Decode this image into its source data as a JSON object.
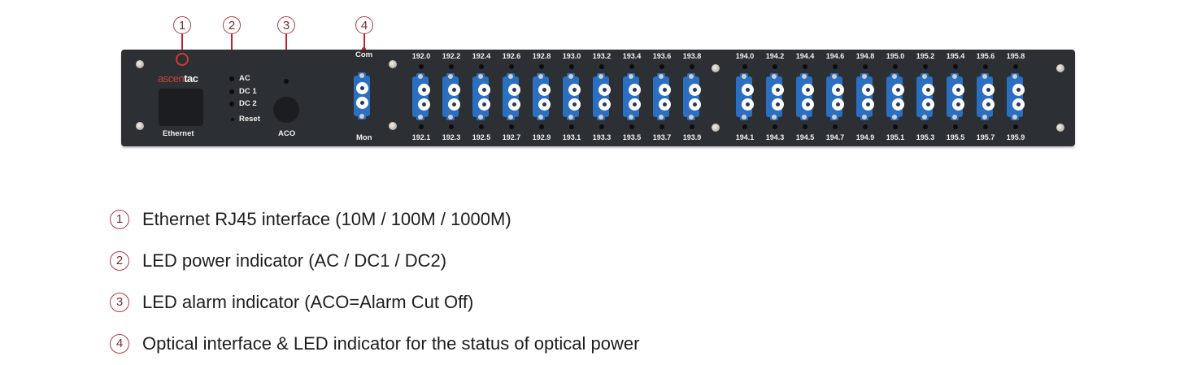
{
  "callouts": [
    {
      "num": "1",
      "target": "Ethernet"
    },
    {
      "num": "2",
      "target": "LED power indicator"
    },
    {
      "num": "3",
      "target": "ACO"
    },
    {
      "num": "4",
      "target": "Com / optical interface"
    }
  ],
  "panel": {
    "logo_part1": "ascen",
    "logo_part2": "tac",
    "ethernet_label": "Ethernet",
    "power_leds": [
      "AC",
      "DC 1",
      "DC 2"
    ],
    "reset_label": "Reset",
    "aco_label": "ACO",
    "com_label": "Com",
    "mon_label": "Mon",
    "channels_group1": {
      "top": [
        "192.0",
        "192.2",
        "192.4",
        "192.6",
        "192.8",
        "193.0",
        "193.2",
        "193.4",
        "193.6",
        "193.8"
      ],
      "bottom": [
        "192.1",
        "192.3",
        "192.5",
        "192.7",
        "192.9",
        "193.1",
        "193.3",
        "193.5",
        "193.7",
        "193.9"
      ]
    },
    "channels_group2": {
      "top": [
        "194.0",
        "194.2",
        "194.4",
        "194.6",
        "194.8",
        "195.0",
        "195.2",
        "195.4",
        "195.6",
        "195.8"
      ],
      "bottom": [
        "194.1",
        "194.3",
        "194.5",
        "194.7",
        "194.9",
        "195.1",
        "195.3",
        "195.5",
        "195.7",
        "195.9"
      ]
    }
  },
  "legend": [
    {
      "num": "1",
      "text": "Ethernet RJ45 interface (10M / 100M / 1000M)"
    },
    {
      "num": "2",
      "text": "LED power indicator (AC / DC1 / DC2)"
    },
    {
      "num": "3",
      "text": "LED alarm indicator (ACO=Alarm Cut Off)"
    },
    {
      "num": "4",
      "text": "Optical interface & LED indicator for the status of optical power"
    }
  ],
  "colors": {
    "accent_red": "#c8202e",
    "panel": "#2c2f33",
    "adapter_blue": "#2a6fc0"
  }
}
